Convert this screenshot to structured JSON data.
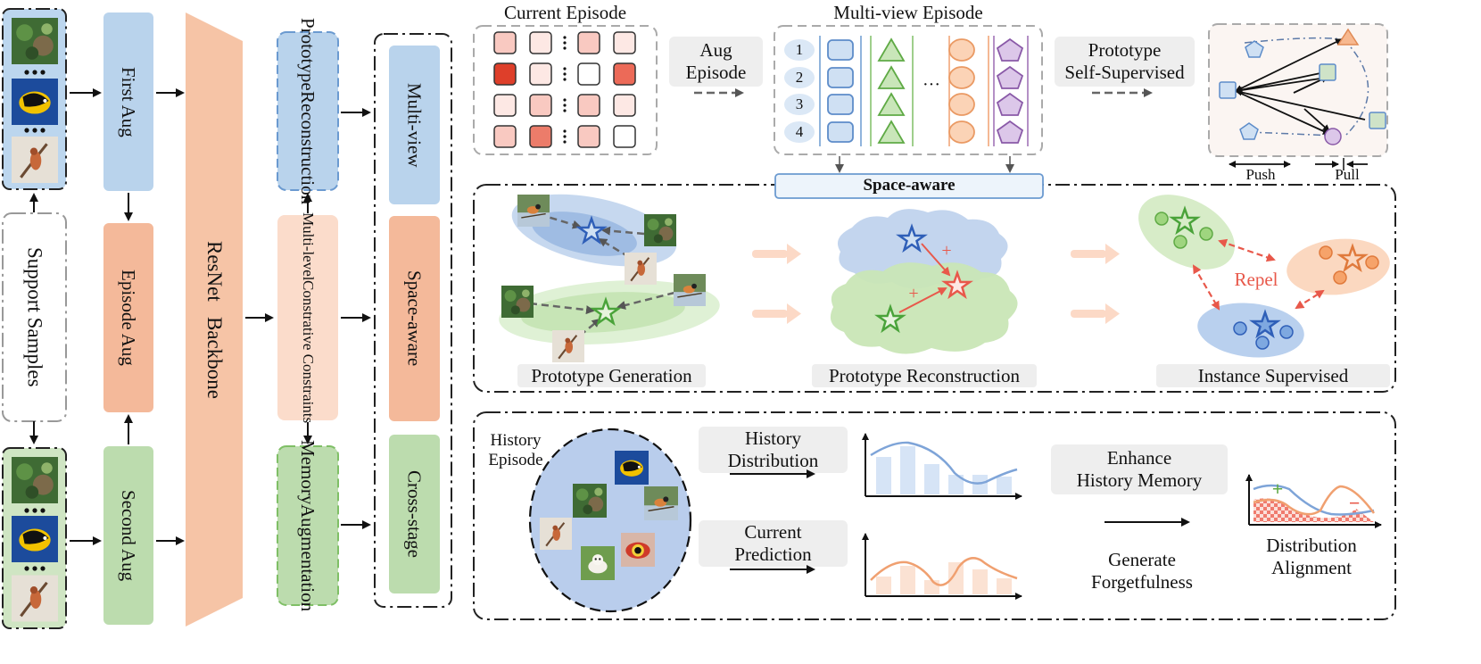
{
  "left_column": {
    "support_samples": "Support Samples",
    "first_aug": "First  Aug",
    "episode_aug": "Episode Aug",
    "second_aug": "Second  Aug",
    "backbone": "ResNet   Backbone"
  },
  "modules": {
    "prototype_reconstruction": [
      "Prototype",
      "Reconstruction"
    ],
    "multilevel": [
      "Multi-level",
      "Constrative Constraints"
    ],
    "memory_augmentation": [
      "Memory",
      "Augmentation"
    ]
  },
  "outputs": {
    "multi_view": "Multi-view",
    "space_aware": "Space-aware",
    "cross_stage": "Cross-stage"
  },
  "top": {
    "current_episode": "Current Episode",
    "aug_episode": [
      "Aug",
      "Episode"
    ],
    "multi_view_episode": "Multi-view Episode",
    "row_numbers": [
      "1",
      "2",
      "3",
      "4"
    ],
    "ellipsis": "···",
    "prototype_ss": [
      "Prototype",
      "Self-Supervised"
    ],
    "push": "Push",
    "pull": "Pull"
  },
  "space_aware_panel": {
    "title": "Space-aware",
    "prototype_generation": "Prototype Generation",
    "prototype_reconstruction": "Prototype Reconstruction",
    "instance_supervised": "Instance Supervised",
    "repel": "Repel",
    "plus": "+"
  },
  "cross_stage_panel": {
    "history_episode": [
      "History",
      "Episode"
    ],
    "history_distribution": [
      "History",
      "Distribution"
    ],
    "current_prediction": [
      "Current",
      "Prediction"
    ],
    "enhance_history_memory": [
      "Enhance",
      "History Memory"
    ],
    "generate_forgetfulness": [
      "Generate",
      "Forgetfulness"
    ],
    "distribution_alignment": [
      "Distribution",
      "Alignment"
    ],
    "plus": "+",
    "minus": "−"
  },
  "colors": {
    "blue_box": "#b9d3ec",
    "orange_box": "#f4b99a",
    "green_box": "#bcdcae",
    "backbone": "#f6c4a6",
    "multilevel": "#fbdccb",
    "red_dark": "#de3f2a",
    "red_mid": "#ec7c6a",
    "red_light": "#f9c9c1",
    "red_pale": "#fde8e4"
  }
}
